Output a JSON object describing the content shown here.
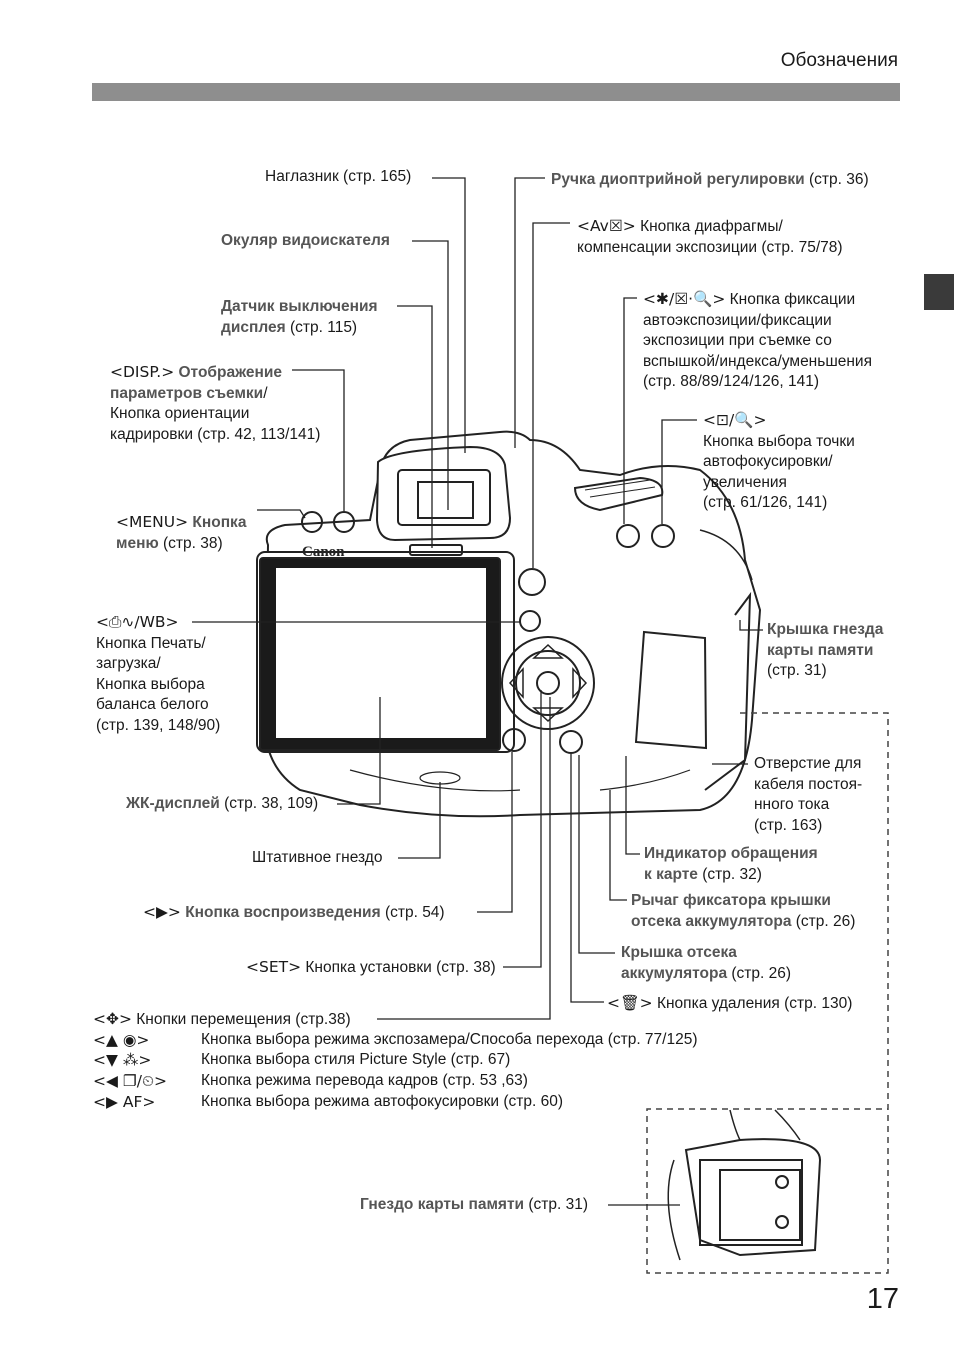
{
  "header": {
    "title": "Обозначения"
  },
  "page_number": "17",
  "camera": {
    "brand": "Canon"
  },
  "labels": {
    "eyecup": {
      "text": "Наглазник",
      "ref": " (стр. 165)"
    },
    "eyepiece": {
      "text": "Окуляр видоискателя"
    },
    "sensor_1": {
      "text": "Датчик выключения"
    },
    "sensor_2": {
      "text": "дисплея",
      "ref": " (стр. 115)"
    },
    "disp_sym": "<DISP.>",
    "disp_1": "Отображение",
    "disp_2": "параметров съемки",
    "disp_3": "Кнопка ориентации",
    "disp_4": "кадрировки (стр. 42, 113/141)",
    "menu_sym": "<MENU>",
    "menu_1": "Кнопка",
    "menu_2": "меню",
    "menu_ref": " (стр. 38)",
    "print_sym": "<⎙∿/WB>",
    "print_1": "Кнопка Печать/",
    "print_2": "загрузка/",
    "print_3": "Кнопка выбора",
    "print_4": "баланса белого",
    "print_5": "(стр. 139, 148/90)",
    "lcd": {
      "text": "ЖК-дисплей",
      "ref": " (стр. 38, 109)"
    },
    "tripod": "Штативное гнездо",
    "playback_sym": "<▶>",
    "playback": {
      "text": "Кнопка воспроизведения",
      "ref": " (стр. 54)"
    },
    "set_sym": "<SET>",
    "set": "Кнопка установки (стр. 38)",
    "diopter": {
      "text": "Ручка диоптрийной регулировки",
      "ref": " (стр. 36)"
    },
    "av_sym": "<Av☒>",
    "av_1": "Кнопка диафрагмы/",
    "av_2": "компенсации экспозиции (стр. 75/78)",
    "ae_sym": "<✱/☒·🔍>",
    "ae_1": "Кнопка фиксации",
    "ae_2": "автоэкспозиции/фиксации",
    "ae_3": "экспозиции при съемке со",
    "ae_4": "вспышкой/индекса/уменьшения",
    "ae_5": "(стр. 88/89/124/126, 141)",
    "af_sym": "<⊡/🔍>",
    "af_1": "Кнопка выбора точки",
    "af_2": "автофокусировки/",
    "af_3": "увеличения",
    "af_4": "(стр. 61/126, 141)",
    "card_cover_1": "Крышка гнезда",
    "card_cover_2": "карты памяти",
    "card_cover_3": "(стр. 31)",
    "dc_1": "Отверстие для",
    "dc_2": "кабеля постоя-",
    "dc_3": "нного тока",
    "dc_4": "(стр. 163)",
    "access_1": "Индикатор обращения",
    "access_2": "к карте",
    "access_ref": " (стр. 32)",
    "lever_1": "Рычаг фиксатора крышки",
    "lever_2": "отсека аккумулятора",
    "lever_ref": " (стр. 26)",
    "battery_1": "Крышка отсека",
    "battery_2": "аккумулятора",
    "battery_ref": " (стр. 26)",
    "erase_sym": "<🗑>",
    "erase": "Кнопка удаления (стр. 130)",
    "card_slot": {
      "text": "Гнездо карты памяти",
      "ref": " (стр. 31)"
    }
  },
  "cross_keys": {
    "header_sym": "<✥>",
    "header": "Кнопки перемещения (стр.38)",
    "rows": [
      {
        "sym": "<▲ ◉>",
        "text": "Кнопка выбора режима экспозамера/Способа перехода (стр. 77/125)"
      },
      {
        "sym": "<▼ ⁂>",
        "text": "Кнопка выбора стиля Picture Style (стр. 67)"
      },
      {
        "sym": "<◀ ❐/⏲>",
        "text": "Кнопка режима перевода кадров (стр. 53 ,63)"
      },
      {
        "sym": "<▶ AF>",
        "text": "Кнопка выбора режима автофокусировки (стр. 60)"
      }
    ]
  }
}
